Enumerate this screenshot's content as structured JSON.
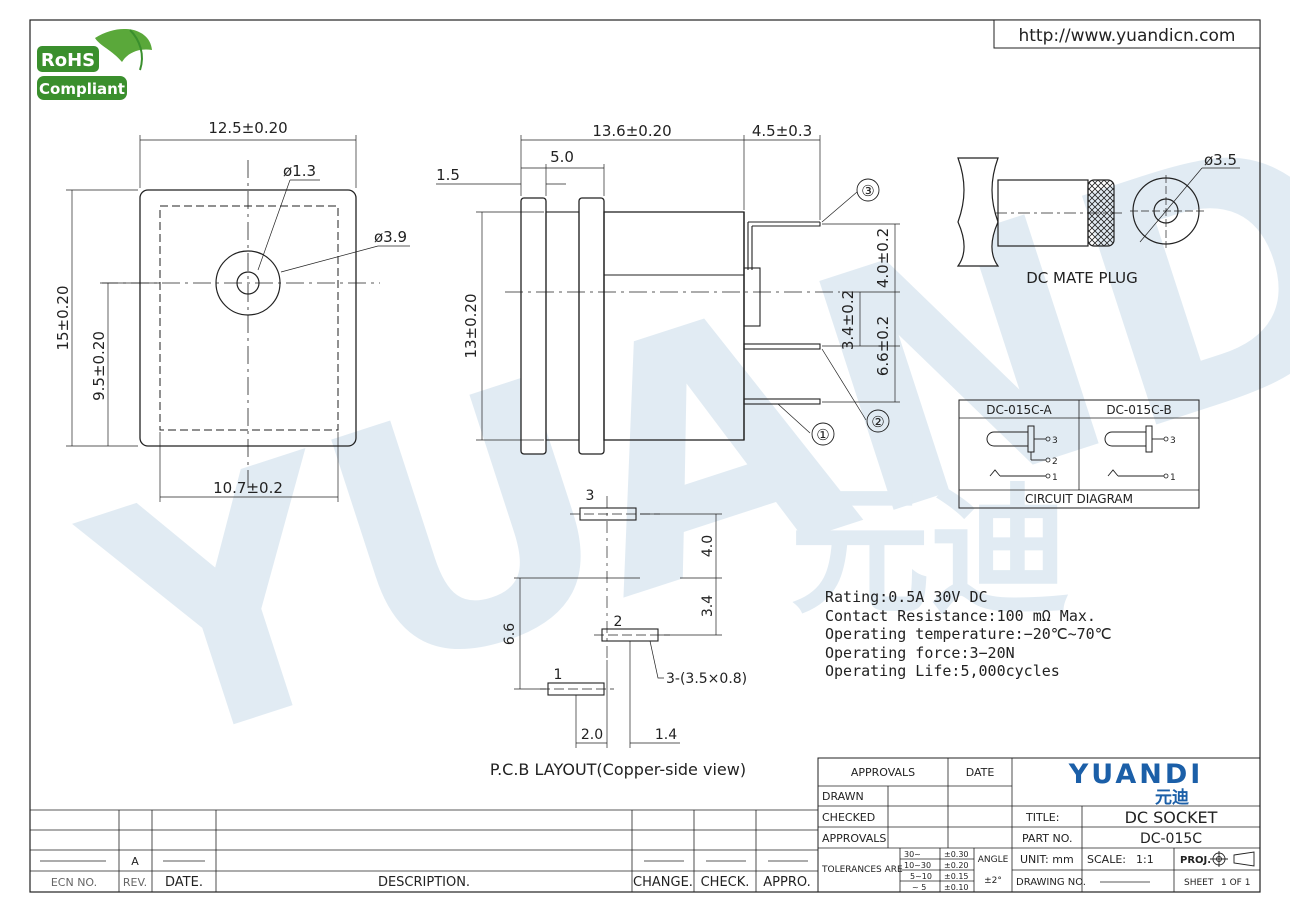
{
  "header": {
    "url": "http://www.yuandicn.com"
  },
  "rohs": {
    "line1": "RoHS",
    "line2": "Compliant",
    "color": "#3a8f2d"
  },
  "watermark": {
    "text": "YUANDI",
    "sub": "元迪",
    "color": "#c9dcea"
  },
  "front_view": {
    "width": "12.5±0.20",
    "height": "15±0.20",
    "offset": "9.5±0.20",
    "inner_width": "10.7±0.2",
    "small_hole": "ø1.3",
    "large_hole": "ø3.9"
  },
  "side_view": {
    "length": "13.6±0.20",
    "pin_length": "4.5±0.3",
    "flange_gap": "5.0",
    "flange": "1.5",
    "height": "13±0.20",
    "pin3_offset": "4.0±0.2",
    "pin2_offset": "3.4±0.2",
    "pin1_offset": "6.6±0.2",
    "pin_labels": [
      "③",
      "②",
      "①"
    ]
  },
  "mate_plug": {
    "label": "DC MATE PLUG",
    "diameter": "ø3.5"
  },
  "circuit": {
    "title": "CIRCUIT DIAGRAM",
    "variant_a": "DC-015C-A",
    "variant_b": "DC-015C-B",
    "pins_a": [
      "3",
      "2",
      "1"
    ],
    "pins_b": [
      "3",
      "1"
    ]
  },
  "pcb": {
    "title": "P.C.B LAYOUT(Copper-side view)",
    "pad_labels": [
      "3",
      "2",
      "1"
    ],
    "dim_4": "4.0",
    "dim_34": "3.4",
    "dim_66": "6.6",
    "dim_20": "2.0",
    "dim_14": "1.4",
    "pad_note": "3-(3.5×0.8)"
  },
  "specs": [
    "Rating:0.5A  30V DC",
    "Contact Resistance:100 mΩ Max.",
    "Operating temperature:−20℃~70℃",
    "Operating force:3−20N",
    "Operating Life:5,000cycles"
  ],
  "title_block": {
    "approvals_header": "APPROVALS",
    "date_header": "DATE",
    "drawn": "DRAWN",
    "checked": "CHECKED",
    "approvals": "APPROVALS",
    "tolerances": "TOLERANCES ARE",
    "tol_ranges": [
      "30~",
      "10~30",
      "5~10",
      "~ 5"
    ],
    "tol_values": [
      "±0.30",
      "±0.20",
      "±0.15",
      "±0.10"
    ],
    "angle": "ANGLE",
    "angle_value": "±2°",
    "logo": "YUANDI",
    "logo_cn": "元迪",
    "logo_color": "#1b5fa8",
    "title_label": "TITLE:",
    "title_value": "DC SOCKET",
    "part_label": "PART NO.",
    "part_value": "DC-015C",
    "unit": "UNIT: mm",
    "scale_label": "SCALE:",
    "scale_value": "1:1",
    "proj": "PROJ.",
    "drawing_no": "DRAWING NO.",
    "sheet": "SHEET",
    "sheet_value": "1  OF  1"
  },
  "revision_block": {
    "ecn": "ECN NO.",
    "rev": "REV.",
    "date": "DATE.",
    "description": "DESCRIPTION.",
    "change": "CHANGE.",
    "check": "CHECK.",
    "appro": "APPRO.",
    "rev_value": "A"
  }
}
